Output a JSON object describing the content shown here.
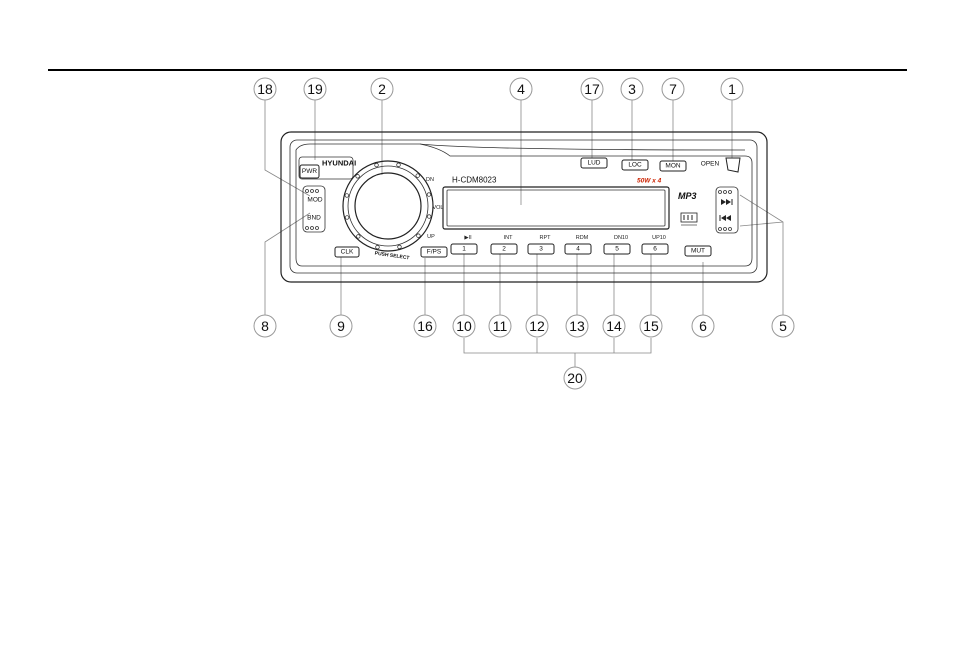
{
  "device": {
    "brand": "HYUNDAI",
    "model": "H-CDM8023",
    "power_label": "50W x 4",
    "format_label": "MP3",
    "knob_caption": "PUSH SELECT",
    "knob_side_labels": [
      "DN",
      "VOL",
      "UP"
    ],
    "disc_logo": "disc-logo-icon",
    "colors": {
      "power_label": "#cc2200",
      "outline": "#222222",
      "leader": "#888888"
    }
  },
  "buttons": {
    "pwr": "PWR",
    "mod": "MOD",
    "bnd": "BND",
    "clk": "CLK",
    "fps": "F/PS",
    "lud": "LUD",
    "loc": "LOC",
    "mon": "MON",
    "open": "OPEN",
    "mut": "MUT",
    "presets": [
      "1",
      "2",
      "3",
      "4",
      "5",
      "6"
    ],
    "preset_captions": [
      "▶II",
      "INT",
      "RPT",
      "RDM",
      "DN10",
      "UP10"
    ]
  },
  "callouts": [
    "18",
    "19",
    "2",
    "4",
    "17",
    "3",
    "7",
    "1",
    "8",
    "9",
    "16",
    "10",
    "11",
    "12",
    "13",
    "14",
    "15",
    "6",
    "5",
    "20"
  ]
}
